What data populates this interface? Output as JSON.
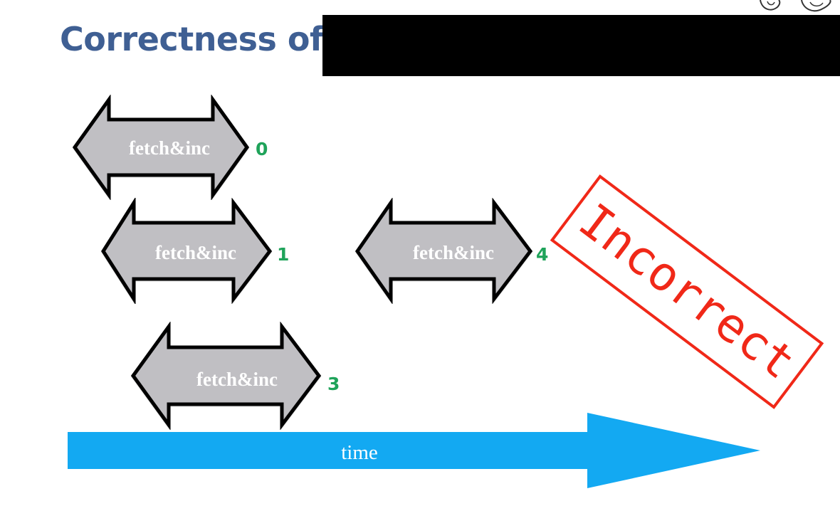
{
  "slide": {
    "title": "Correctness of"
  },
  "operations": [
    {
      "label": "fetch&inc",
      "result": "0"
    },
    {
      "label": "fetch&inc",
      "result": "1"
    },
    {
      "label": "fetch&inc",
      "result": "4"
    },
    {
      "label": "fetch&inc",
      "result": "3"
    }
  ],
  "timeline": {
    "label": "time"
  },
  "stamp": {
    "text": "Incorrect"
  },
  "colors": {
    "title": "#3f5f93",
    "arrow_fill": "#c0bfc3",
    "result": "#1fa35a",
    "time_arrow": "#13a9f2",
    "stamp": "#f02818"
  }
}
